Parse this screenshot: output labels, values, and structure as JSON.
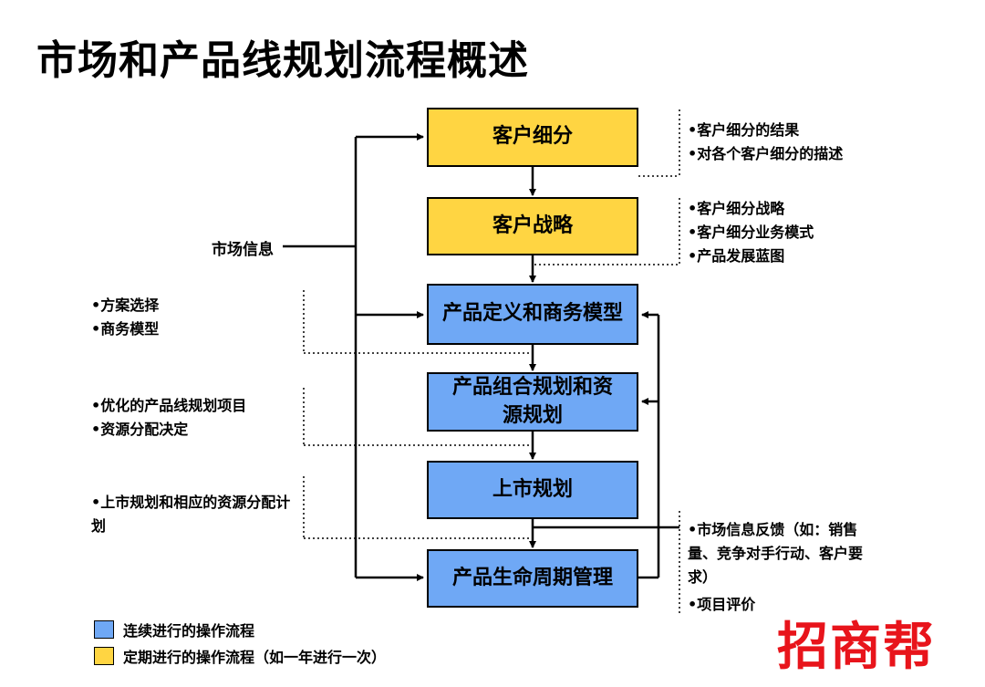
{
  "title": "市场和产品线规划流程概述",
  "colors": {
    "periodic": "#FFD542",
    "continuous": "#6FA8F5",
    "logo": "#E8141B"
  },
  "boxes": [
    {
      "label": "客户细分",
      "type": "periodic"
    },
    {
      "label": "客户战略",
      "type": "periodic"
    },
    {
      "label": "产品定义和商务模型",
      "type": "continuous"
    },
    {
      "label": "产品组合规划和资源规划",
      "type": "continuous"
    },
    {
      "label": "上市规划",
      "type": "continuous"
    },
    {
      "label": "产品生命周期管理",
      "type": "continuous"
    }
  ],
  "market_info_label": "市场信息",
  "right_notes": {
    "n1": [
      "•客户细分的结果",
      "•对各个客户细分的描述"
    ],
    "n2": [
      "•客户细分战略",
      "•客户细分业务模式",
      "•产品发展蓝图"
    ],
    "n3": [
      "•市场信息反馈（如：销售量、竞争对手行动、客户要求）",
      "•项目评价"
    ]
  },
  "left_notes": {
    "n1": [
      "•方案选择",
      "•商务模型"
    ],
    "n2": [
      "•优化的产品线规划项目",
      "•资源分配决定"
    ],
    "n3": [
      "•上市规划和相应的资源分配计划"
    ]
  },
  "legend": [
    {
      "label": "连续进行的操作流程",
      "type": "continuous"
    },
    {
      "label": "定期进行的操作流程（如一年进行一次）",
      "type": "periodic"
    }
  ],
  "logo_text": "招商帮"
}
